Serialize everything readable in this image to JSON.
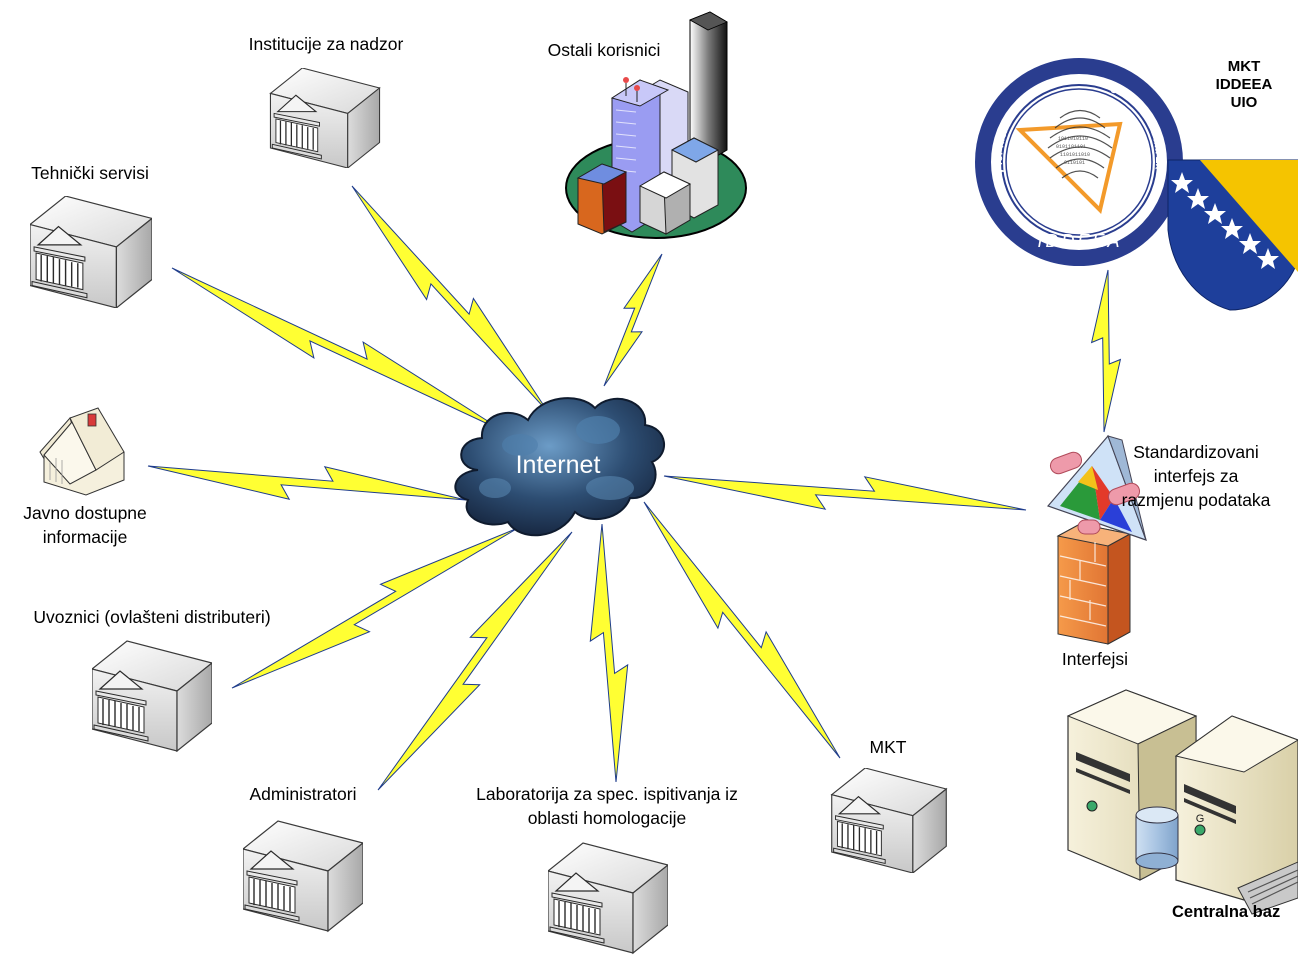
{
  "network": {
    "hub_label": "Internet",
    "nodes": [
      {
        "id": "institucije",
        "label": "Institucije za nadzor",
        "icon": "government-building-icon"
      },
      {
        "id": "ostali",
        "label": "Ostali korisnici",
        "icon": "city-buildings-icon"
      },
      {
        "id": "tehnicki",
        "label": "Tehnički servisi",
        "icon": "government-building-icon"
      },
      {
        "id": "javno",
        "label": "Javno dostupne informacije",
        "icon": "house-icon"
      },
      {
        "id": "uvoznici",
        "label": "Uvoznici (ovlašteni distributeri)",
        "icon": "government-building-icon"
      },
      {
        "id": "administratori",
        "label": "Administratori",
        "icon": "government-building-icon"
      },
      {
        "id": "laboratorija",
        "label": "Laboratorija za spec. ispitivanja iz oblasti homologacije",
        "icon": "government-building-icon"
      },
      {
        "id": "mkt",
        "label": "MKT",
        "icon": "government-building-icon"
      }
    ],
    "interface": {
      "label": "Standardizovani interfejs za razmjenu podataka",
      "firewall_label": "Interfejsi"
    },
    "authority": {
      "label_lines": [
        "MKT",
        "IDDEEA",
        "UIO"
      ],
      "seal_outer_text": "Agency for Identification Documents Registers and Data Exchange",
      "seal_bottom_text": "IDDEEA"
    },
    "database": {
      "label": "Centralna baz",
      "server_letter": "G"
    }
  },
  "colors": {
    "bolt_fill": "#ffff33",
    "bolt_outline": "#1f3d8c",
    "cloud_dark": "#1b2d45",
    "cloud_light": "#5f8fba",
    "flag_blue": "#1e3f9b",
    "flag_yellow": "#f5c400",
    "seal_blue": "#2a3d8f"
  }
}
